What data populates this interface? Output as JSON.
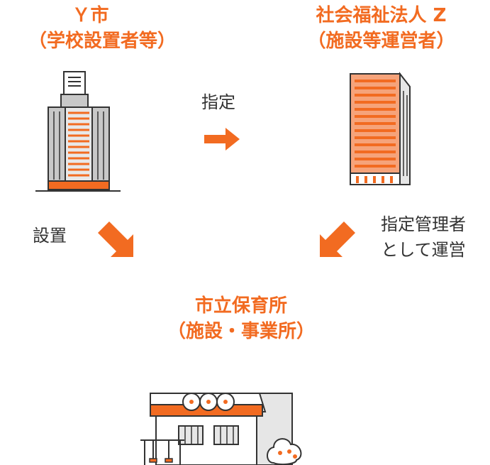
{
  "colors": {
    "accent": "#f26b21",
    "text": "#333333",
    "outline": "#333333",
    "gray": "#c8c8c8"
  },
  "city": {
    "name": "Ｙ市",
    "role": "（学校設置者等）"
  },
  "corporation": {
    "name": "社会福祉法人 Z",
    "role": "（施設等運営者）"
  },
  "facility": {
    "name": "市立保育所",
    "role": "（施設・事業所）"
  },
  "arrows": {
    "designation": "指定",
    "establishment": "設置",
    "management_line1": "指定管理者",
    "management_line2": "として運営"
  }
}
